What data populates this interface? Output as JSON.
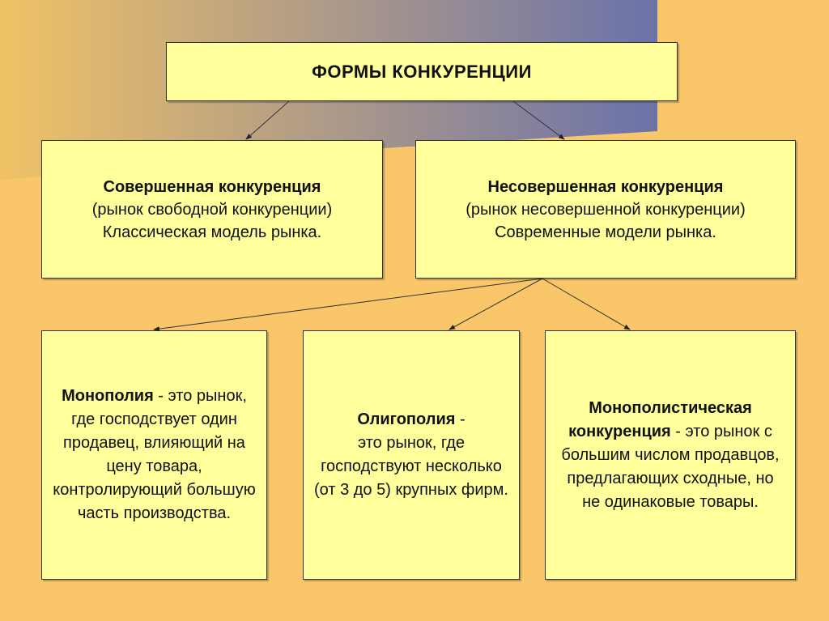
{
  "title": "ФОРМЫ  КОНКУРЕНЦИИ",
  "perfect": {
    "heading": "Совершенная конкуренция",
    "line1": "(рынок свободной конкуренции)",
    "line2": "Классическая модель рынка."
  },
  "imperfect": {
    "heading": "Несовершенная конкуренция",
    "line1": "(рынок несовершенной конкуренции)",
    "line2": "Современные модели рынка."
  },
  "monopoly": {
    "term": "Монополия",
    "dash": " -",
    "text": "это рынок, где господствует один продавец, влияющий на цену товара, контролирующий большую часть производства."
  },
  "oligopoly": {
    "term": "Олигополия",
    "dash": " -",
    "text": "это рынок, где господствуют несколько (от 3 до 5) крупных фирм."
  },
  "monocomp": {
    "term": "Монополистическая конкуренция",
    "dash": " - это",
    "text": "рынок с большим числом продавцов, предлагающих сходные, но не одинаковые товары."
  },
  "colors": {
    "background": "#f9c769",
    "box": "#ffff9c",
    "gradient_end": "#6b72aa"
  }
}
